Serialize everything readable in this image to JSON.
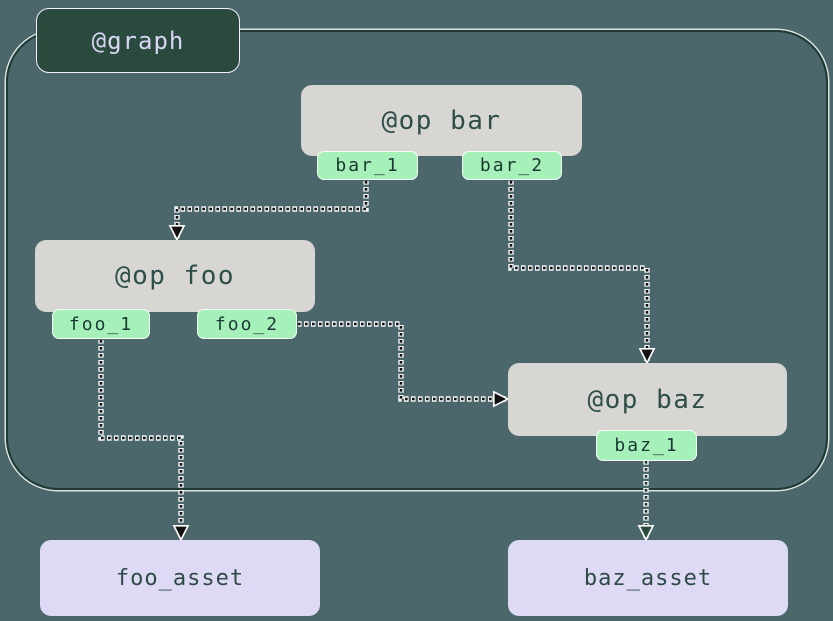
{
  "diagram": {
    "graph": {
      "label": "@graph"
    },
    "ops": [
      {
        "id": "bar",
        "label": "@op bar",
        "outputs": [
          "bar_1",
          "bar_2"
        ]
      },
      {
        "id": "foo",
        "label": "@op foo",
        "outputs": [
          "foo_1",
          "foo_2"
        ]
      },
      {
        "id": "baz",
        "label": "@op baz",
        "outputs": [
          "baz_1"
        ]
      }
    ],
    "assets": [
      {
        "label": "foo_asset"
      },
      {
        "label": "baz_asset"
      }
    ],
    "edges": [
      {
        "from": "bar_1",
        "to": "@op foo"
      },
      {
        "from": "bar_2",
        "to": "@op baz"
      },
      {
        "from": "foo_2",
        "to": "@op baz"
      },
      {
        "from": "foo_1",
        "to": "foo_asset"
      },
      {
        "from": "baz_1",
        "to": "baz_asset"
      }
    ],
    "colors": {
      "background": "#4b676c",
      "graph_box": "#2b4a3e",
      "graph_border": "#1d3a34",
      "graph_label_text": "#d9d5f4",
      "op_box": "#d8d6d2",
      "op_text": "#2e4f49",
      "output_tab": "#a6f1ba",
      "tab_text": "#1b3833",
      "asset_box": "#dedaf6",
      "asset_text": "#2e4a44",
      "edge": "#111111",
      "edge_dark": "#223733"
    }
  }
}
